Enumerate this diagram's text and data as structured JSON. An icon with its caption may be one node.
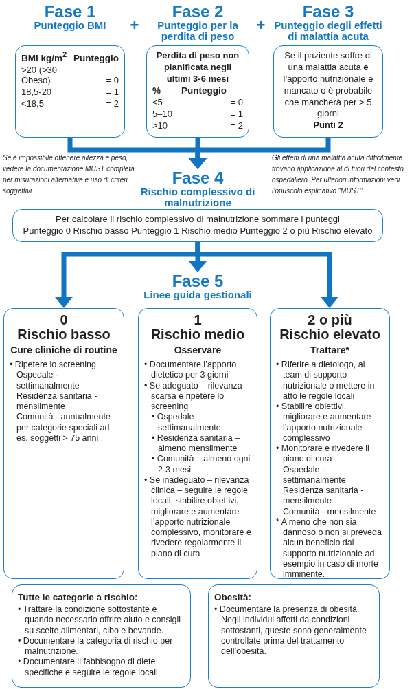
{
  "diagram": {
    "nodes": [
      {
        "text": [
          "Fase 1",
          "Punteggio BMI",
          "BMI kg/m$^{2}$",
          "Punteggio",
          ">20 (>30 Obeso)",
          "= 0",
          "18,5-20",
          "= 1",
          "<18,5",
          "= 2"
        ]
      },
      {
        "text": [
          "Fase 2",
          "Punteggio per la perdita di peso",
          "Perdita di peso non pianificata negli ultimi 3-6 mesi",
          "%",
          "Punteggio",
          "<5",
          "= 0",
          "5–10",
          "= 1",
          ">10",
          "= 2"
        ]
      },
      {
        "text": [
          "Fase 3",
          "Punteggio degli effetti di malattia acuta",
          "Se il paziente soffre di una malattia acuta **e** l’apporto nutrizionale è mancato o è probabile che mancherà per > 5 giorni",
          "Punti 2"
        ]
      },
      {
        "text": [
          "Fase 4",
          "Rischio complessivo di malnutrizione",
          "Per calcolare il rischio complessivo di malnutrizione sommare i punteggi",
          "Punteggio 0 Rischio basso Punteggio 1 Rischio medio Punteggio 2 o più Rischio elevato"
        ]
      },
      {
        "text": [
          "0",
          "Rischio basso",
          "Cure cliniche di routine",
          "• Ripetere lo screening",
          "Ospedale - settimanalmente",
          "Residenza sanitaria - mensilmente",
          "Comunità - annualmente per categorie speciali ad es. soggetti > 75 anni"
        ]
      },
      {
        "text": [
          "Fase 5",
          "Linee guida gestionali",
          "1",
          "Rischio medio",
          "Osservare",
          "• Documentare l’apporto dietetico per 3 giorni",
          "• Se adeguato – rilevanza scarsa e ripetere lo screening",
          "• Ospedale – settimanalmente",
          "• Residenza sanitaria – almeno mensilmente",
          "• Comunità – almeno ogni 2-3 mesi",
          "• Se inadeguato – rilevanza clinica – seguire le regole locali, stabilire obiettivi, migliorare e aumentare l’apporto nutrizionale complessivo, monitorare e rivedere regolarmente il piano di cura"
        ]
      },
      {
        "text": [
          "2 o più",
          "Rischio elevato",
          "Trattare*",
          "• Riferire a dietologo, al team di supporto nutrizionale o mettere in atto le regole locali",
          "• Stabilire obiettivi, migliorare e aumentare l’apporto nutrizionale complessivo",
          "• Monitorare e rivedere il piano di cura",
          "Ospedale - settimanalmente",
          "Residenza sanitaria - mensilmente",
          "Comunità - mensilmente",
          "* A meno che non sia dannoso o non si preveda alcun beneficio dal supporto nutrizionale ad esempio in caso di morte imminente."
        ]
      },
      {
        "text": [
          "Tutte le categorie a rischio:",
          "• Trattare la condizione sottostante e quando necessario offrire aiuto e consigli su scelte alimentari, cibo e bevande.",
          "• Documentare la categoria di rischio per malnutrizione.",
          "• Documentare il fabbisogno di diete specifiche e seguire le regole locali."
        ]
      },
      {
        "text": [
          "Obesità:",
          "• Documentare la presenza di obesità. Negli individui affetti da condizioni sottostanti, queste sono generalmente controllate prima del trattamento dell’obesità."
        ]
      }
    ],
    "edges": [
      {
        "from": 0,
        "to": 3,
        "arrow": "to"
      },
      {
        "from": 1,
        "to": 3,
        "arrow": "to"
      },
      {
        "from": 2,
        "to": 3,
        "arrow": "to"
      },
      {
        "from": 3,
        "to": 4,
        "arrow": "to"
      },
      {
        "from": 3,
        "to": 5,
        "arrow": "to"
      },
      {
        "from": 3,
        "to": 6,
        "arrow": "to"
      }
    ],
    "labels": [
      "+",
      "+",
      "Se è impossibile ottenere altezza e peso, vedere la documentazione MUST completa per misurazioni alternative e uso di criteri soggettivi",
      "Gli effetti di una malattia acuta difficilmente trovano applicazione al di fuori del contesto ospedaliero. Per ulteriori informazioni vedi l’opuscolo esplicativo “MUST”"
    ]
  }
}
